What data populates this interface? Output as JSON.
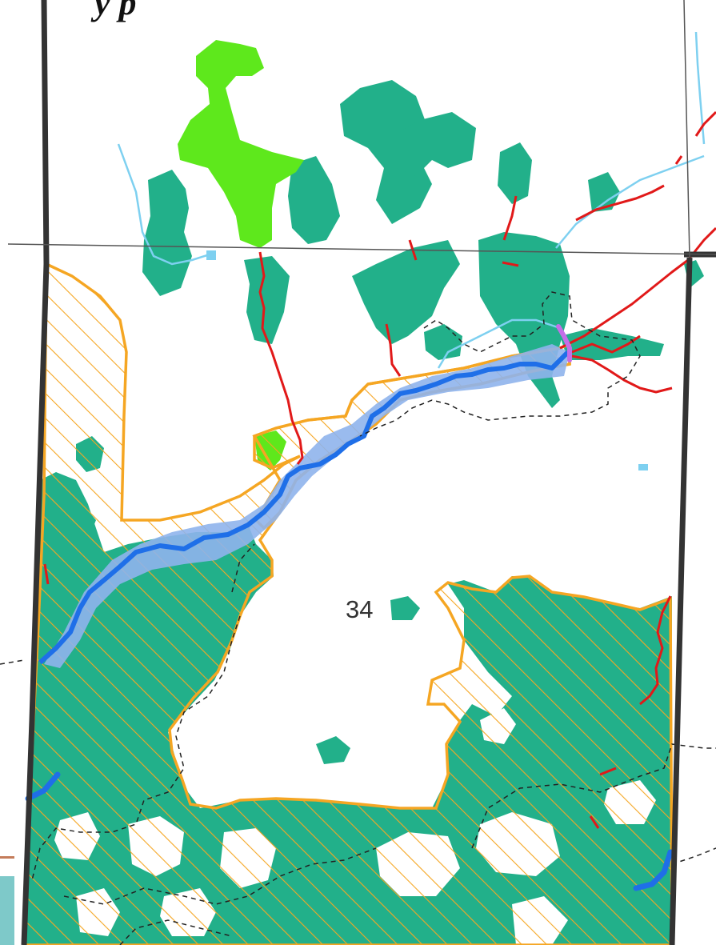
{
  "map": {
    "title_fragment": "y p",
    "section_label": "34"
  },
  "colors": {
    "wetland_dark": "#22b08a",
    "wetland_light": "#5ee81c",
    "boundary_orange": "#f5a623",
    "hatch_orange": "#f5a623",
    "stream_red": "#e11919",
    "river_blue": "#1f6fe8",
    "river_buffer": "#8fb4ec",
    "waterway_light": "#7ed0f0",
    "section_line": "#333333",
    "road_line": "#555555",
    "trail_dashed": "#222222",
    "purple_feature": "#c46ee8"
  },
  "icons": {
    "hatch": "orange-diagonal-hatch-pattern"
  }
}
